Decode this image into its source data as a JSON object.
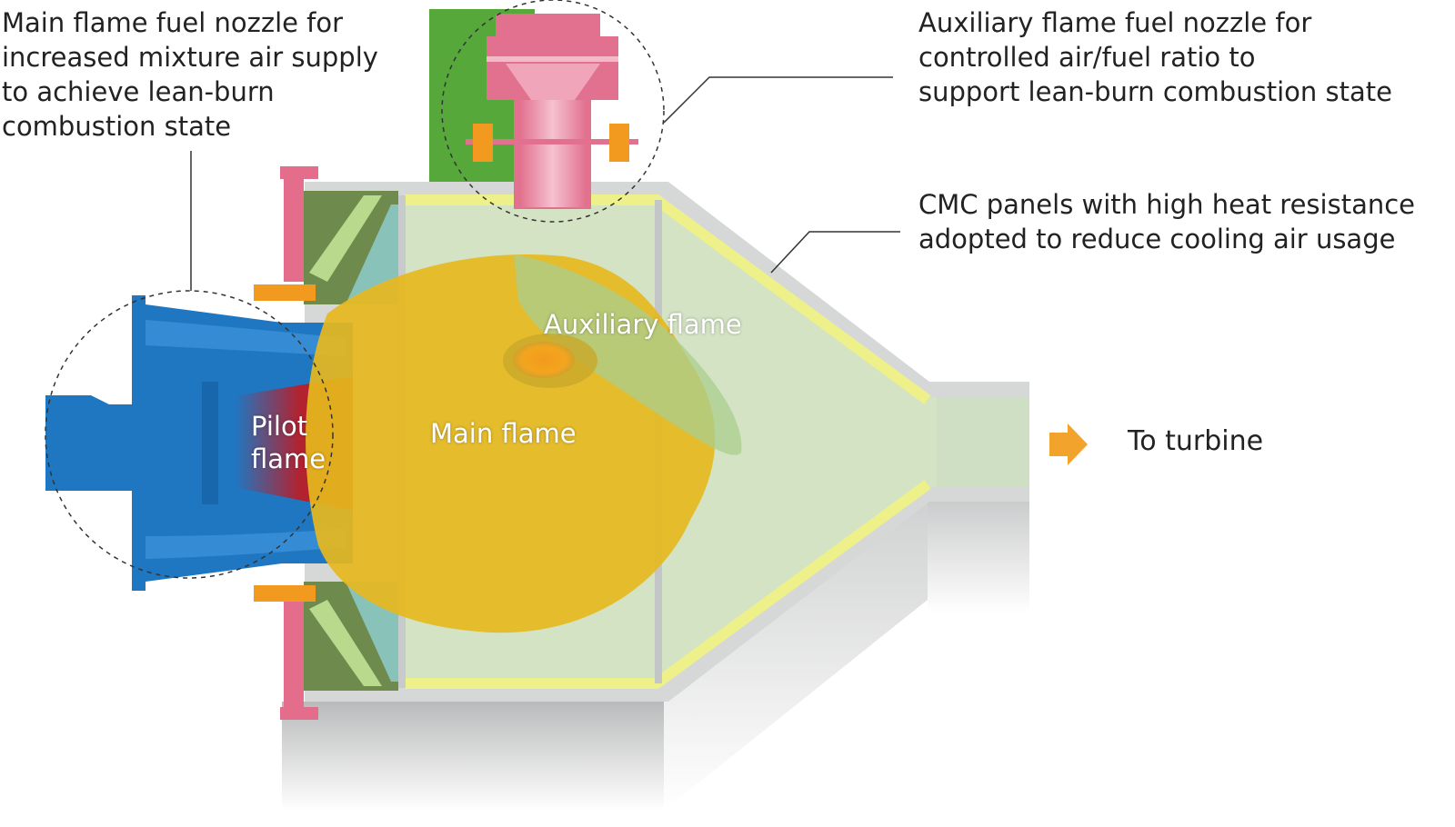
{
  "callouts": {
    "main_nozzle": [
      "Main flame fuel nozzle for",
      "increased mixture air supply",
      "to achieve lean-burn",
      "combustion state"
    ],
    "aux_nozzle": [
      "Auxiliary flame fuel nozzle for",
      "controlled air/fuel ratio to",
      "support lean-burn combustion state"
    ],
    "cmc_panels": [
      "CMC panels with high heat resistance",
      "adopted to reduce cooling air usage"
    ]
  },
  "labels": {
    "auxiliary_flame": "Auxiliary flame",
    "main_flame": "Main flame",
    "pilot_flame": [
      "Pilot",
      "flame"
    ],
    "to_turbine": "To turbine"
  },
  "colors": {
    "nozzle_blue": "#1f77c2",
    "pilot_red": "#b3222f",
    "main_flame_yellow": "#e6b91e",
    "aux_flame_green": "#a9cf8f",
    "cmc_yellow": "#eef08a",
    "aux_nozzle_pink": "#e2718f",
    "clamp_orange": "#f29a1f",
    "mount_green": "#57a83a",
    "liner_gray": "#d6d8d8"
  },
  "icons": {
    "arrow": "arrow-right-icon"
  }
}
